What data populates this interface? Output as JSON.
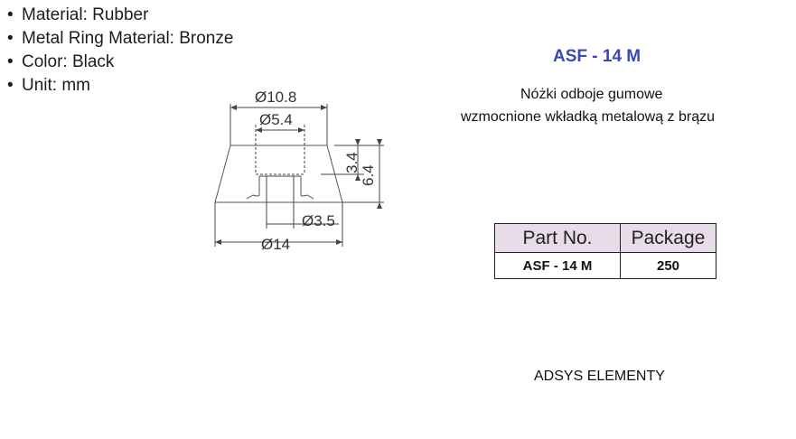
{
  "specs": {
    "bullet": "•",
    "items": [
      "Material: Rubber",
      "Metal Ring Material: Bronze",
      "Color: Black",
      "Unit: mm"
    ]
  },
  "drawing": {
    "dim_top_outer": "Ø10.8",
    "dim_top_inner": "Ø5.4",
    "dim_bottom_inner": "Ø3.5",
    "dim_bottom_outer": "Ø14",
    "dim_insert_height": "3.4",
    "dim_total_height": "6.4"
  },
  "product": {
    "code": "ASF - 14 M",
    "description_line1": "Nóżki odboje gumowe",
    "description_line2": "wzmocnione wkładką metalową z brązu"
  },
  "table": {
    "headers": [
      "Part No.",
      "Package"
    ],
    "rows": [
      [
        "ASF - 14 M",
        "250"
      ]
    ]
  },
  "footer": {
    "company": "ADSYS ELEMENTY"
  }
}
